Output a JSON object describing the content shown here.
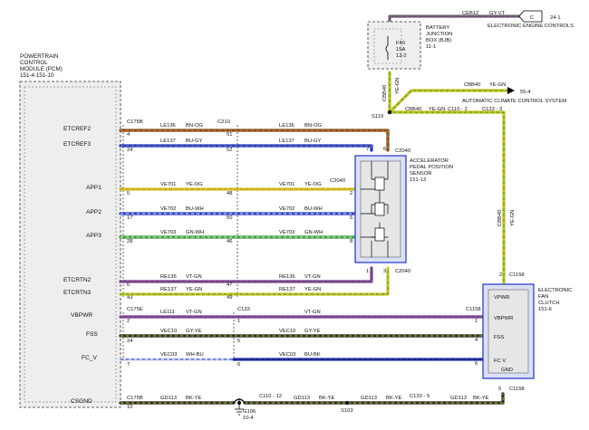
{
  "pcm": {
    "title_lines": [
      "POWERTRAIN",
      "CONTROL",
      "MODULE (PCM)",
      "151-4    151-10"
    ]
  },
  "bjb": {
    "title_lines": [
      "BATTERY",
      "JUNCTION",
      "BOX (BJB)",
      "11-1"
    ],
    "fuse_lines": [
      "F40",
      "15A",
      "13-2"
    ]
  },
  "apps": {
    "title_lines": [
      "ACCELERATOR",
      "PEDAL POSITION",
      "SENSOR",
      "151-13"
    ]
  },
  "fan": {
    "title_lines": [
      "ELECTRONIC",
      "FAN",
      "CLUTCH",
      "151-6"
    ],
    "pins": [
      "VPWR",
      "FSS",
      "FC V",
      "GND"
    ]
  },
  "refs": {
    "ecm_letter": "C",
    "ecm_page": "24-1",
    "ecm_text": "ELECTRONIC ENGINE CONTROLS",
    "acc_page": "55-4",
    "acc_text": "AUTOMATIC CLIMATE CONTROL SYSTEM"
  },
  "colors": {
    "BK": "#1c1c1c",
    "BU": "#1f33c4",
    "YE": "#cfc82a",
    "VT": "#8c2aa3",
    "GN": "#2f9a2f",
    "OG": "#ea7d1c",
    "BN": "#7a4a1e",
    "WH": "#f2f2f2",
    "GY": "#8a8a8a"
  },
  "signals": [
    {
      "name": "ETCREF2",
      "pin": "4"
    },
    {
      "name": "ETCREF3",
      "pin": "24"
    },
    {
      "name": "APP1",
      "pin": "5"
    },
    {
      "name": "APP2",
      "pin": "17"
    },
    {
      "name": "APP3",
      "pin": "28"
    },
    {
      "name": "ETCRTN2",
      "pin": "6"
    },
    {
      "name": "ETCRTN3",
      "pin": "43"
    },
    {
      "name": "VBPWR",
      "pin": "2"
    },
    {
      "name": "FSS",
      "pin": "24"
    },
    {
      "name": "FC_V",
      "pin": "7"
    },
    {
      "name": "CSGND",
      "pin": "10"
    }
  ],
  "circuits": [
    {
      "id": "LE136",
      "color": "BN-OG"
    },
    {
      "id": "LE137",
      "color": "BU-GY"
    },
    {
      "id": "VE701",
      "color": "YE-OG"
    },
    {
      "id": "VE702",
      "color": "BU-WH"
    },
    {
      "id": "VE703",
      "color": "GN-WH"
    },
    {
      "id": "RE136",
      "color": "VT-GN"
    },
    {
      "id": "RE137",
      "color": "YE-GN"
    },
    {
      "id": "LE111",
      "color": "VT-GN"
    },
    {
      "id": "VEC10",
      "color": "GY-YE"
    },
    {
      "id": "VEC03",
      "color": "WH-BU"
    },
    {
      "id": "GD113",
      "color": "BK-YE"
    },
    {
      "id": "CEB12",
      "color": "GY-VT"
    },
    {
      "id": "CBB40",
      "color": "YE-GN"
    }
  ],
  "labels": {
    "c1758": "C175B",
    "c175e": "C175E",
    "c210": "C210",
    "c133": "C133",
    "c1158": "C1158",
    "c2040": "C2040",
    "c110_2": "C110 - 2",
    "c133_3": "C133 - 3",
    "c110_12": "C110 - 12",
    "c133_5": "C133 - 5",
    "s119": "S119",
    "s103": "S103",
    "g106": "G106",
    "g106_page": "10-4",
    "ve701_alt": "VE701",
    "le136_right": "LE136",
    "le137_right": "LE137",
    "ve702_right": "VE702",
    "ve703_right": "VE703",
    "re136_right": "RE136",
    "re137_right": "RE137",
    "vec10_right": "VEC10",
    "vec03_right": "VEC03",
    "gd113_a": "GD113",
    "gd113_b": "GD113",
    "gd113_c": "GD113",
    "cbb40_a": "CBB40",
    "cbb40_b": "CBB40",
    "cbb40_c": "CBB40",
    "cbb40_d": "CBB40",
    "bkog_right": "BN-OG",
    "bugy_right": "BU-GY",
    "yeog_right": "YE-OG",
    "buwh_right": "BU-WH",
    "gnwh_right": "GN-WH",
    "vtgn_right": "VT-GN",
    "yegn_right": "YE-GN",
    "gyye_right": "GY-YE",
    "bubk_right": "BU-BK",
    "vtgn_vb": "VT-GN",
    "bkye_a": "BK-YE",
    "bkye_b": "BK-YE",
    "bkye_c": "BK-YE",
    "yegn_a": "YE-GN",
    "yegn_b": "YE-GN",
    "yegn_c": "YE-GN",
    "yegn_d": "YE-GN",
    "le111": "LE111",
    "vec10": "VEC10",
    "vec03": "VEC03",
    "bubk": "BU-BK",
    "gdl": "GD113",
    "vtgn2": "VT-GN",
    "p51": "51",
    "p52": "52",
    "p48": "48",
    "p50": "50",
    "p46": "46",
    "p47": "47",
    "p49": "49",
    "p1": "1",
    "p3": "3",
    "p5": "5",
    "p6": "6",
    "p7": "7",
    "p2": "2",
    "p8": "8",
    "fan_p1": "1",
    "fan_p2": "2",
    "fan_p4": "4",
    "fan_p5": "5",
    "fan_p6": "6"
  }
}
